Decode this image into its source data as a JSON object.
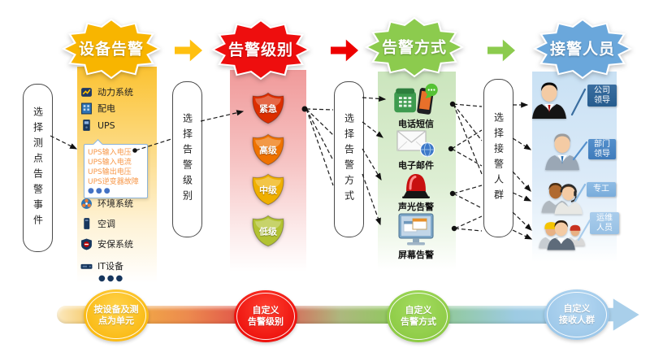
{
  "stages": [
    {
      "label": "设备告警",
      "color": "#F8B500"
    },
    {
      "label": "告警级别",
      "color": "#EE0E0E"
    },
    {
      "label": "告警方式",
      "color": "#8CCB4E"
    },
    {
      "label": "接警人员",
      "color": "#6AA7DB"
    }
  ],
  "flow_arrows": [
    {
      "color": "#FFC010"
    },
    {
      "color": "#EE0000"
    },
    {
      "color": "#8CCB4E"
    }
  ],
  "pills": [
    {
      "label": "选择测点告警事件"
    },
    {
      "label": "选择告警级别"
    },
    {
      "label": "选择告警方式"
    },
    {
      "label": "选择接警人群"
    }
  ],
  "devices": {
    "items": [
      {
        "label": "动力系统",
        "icon": "power-system-icon"
      },
      {
        "label": "配电",
        "icon": "power-distribution-icon"
      },
      {
        "label": "UPS",
        "icon": "ups-icon"
      },
      {
        "label": "环境系统",
        "icon": "environment-system-icon"
      },
      {
        "label": "空调",
        "icon": "air-conditioner-icon"
      },
      {
        "label": "安保系统",
        "icon": "security-system-icon"
      },
      {
        "label": "IT设备",
        "icon": "it-equipment-icon"
      }
    ],
    "more": "●●●",
    "tooltip": {
      "lines": [
        "UPS输入电压",
        "UPS输入电流",
        "UPS输出电压",
        "UPS逆变器故障"
      ],
      "more": "●●●"
    }
  },
  "levels": [
    {
      "label": "紧急",
      "color": "#DC2E00"
    },
    {
      "label": "高级",
      "color": "#EE7200"
    },
    {
      "label": "中级",
      "color": "#EFAF00"
    },
    {
      "label": "低级",
      "color": "#B2C233"
    }
  ],
  "methods": [
    {
      "label": "电话短信",
      "icon": "phone-sms-icon"
    },
    {
      "label": "电子邮件",
      "icon": "email-icon"
    },
    {
      "label": "声光告警",
      "icon": "siren-icon"
    },
    {
      "label": "屏幕告警",
      "icon": "screen-alarm-icon"
    }
  ],
  "receivers": [
    {
      "label": "公司领导",
      "lines": [
        "公司",
        "领导"
      ],
      "tag_color": "#2E6191"
    },
    {
      "label": "部门领导",
      "lines": [
        "部门",
        "领导"
      ],
      "tag_color": "#4583C0"
    },
    {
      "label": "专工",
      "lines": [
        "专工"
      ],
      "tag_color": "#82B2DE"
    },
    {
      "label": "运维人员",
      "lines": [
        "运维",
        "人员"
      ],
      "tag_color": "#9FC7E9"
    }
  ],
  "bottom_steps": [
    {
      "lines": [
        "按设备及测",
        "点为单元"
      ],
      "color": "#F8B100"
    },
    {
      "lines": [
        "自定义",
        "告警级别"
      ],
      "color": "#E60000"
    },
    {
      "lines": [
        "自定义",
        "告警方式"
      ],
      "color": "#84C43B"
    },
    {
      "lines": [
        "自定义",
        "接收人群"
      ],
      "color": "#94C2E6"
    }
  ]
}
